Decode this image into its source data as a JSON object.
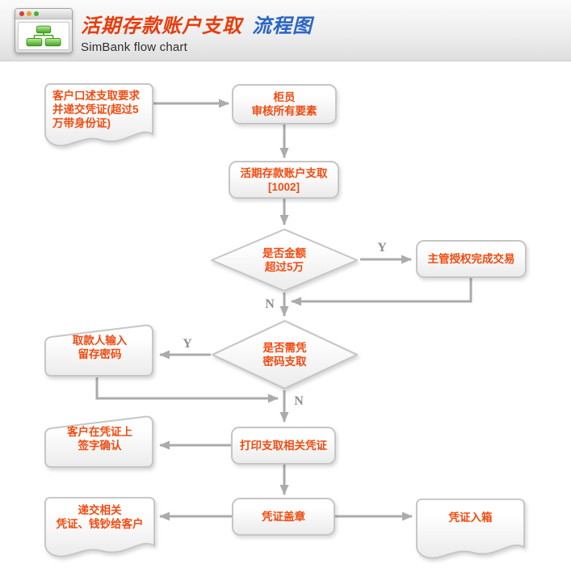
{
  "header": {
    "title_main": "活期存款账户支取",
    "title_accent": "流程图",
    "subtitle": "SimBank flow chart"
  },
  "flow": {
    "labels": {
      "yes": "Y",
      "no": "N"
    },
    "nodes": {
      "customer_request": {
        "shape": "document",
        "lines": [
          "客户口述支取要求",
          "并递交凭证(超过5",
          "万带身份证)"
        ]
      },
      "teller_review": {
        "shape": "rounded-process",
        "lines": [
          "柜员",
          "审核所有要素"
        ]
      },
      "withdraw_1002": {
        "shape": "rounded-process",
        "lines": [
          "活期存款账户支取",
          "[1002]"
        ]
      },
      "amount_check": {
        "shape": "decision",
        "lines": [
          "是否金额",
          "超过5万"
        ]
      },
      "supervisor_auth": {
        "shape": "rounded-process",
        "lines": [
          "主管授权完成交易"
        ]
      },
      "password_check": {
        "shape": "decision",
        "lines": [
          "是否需凭",
          "密码支取"
        ]
      },
      "enter_password": {
        "shape": "manual-input",
        "lines": [
          "取款人输入",
          "留存密码"
        ]
      },
      "print_voucher": {
        "shape": "rounded-process",
        "lines": [
          "打印支取相关凭证"
        ]
      },
      "customer_sign": {
        "shape": "manual-input",
        "lines": [
          "客户在凭证上",
          "签字确认"
        ]
      },
      "stamp_voucher": {
        "shape": "rounded-process",
        "lines": [
          "凭证盖章"
        ]
      },
      "deliver_to_customer": {
        "shape": "document",
        "lines": [
          "递交相关",
          "凭证、钱钞给客户"
        ]
      },
      "voucher_to_box": {
        "shape": "document",
        "lines": [
          "凭证入箱"
        ]
      }
    }
  },
  "colors": {
    "title_main": "#e83c0c",
    "title_accent": "#2a65c5",
    "subtitle": "#2e2e2e",
    "node_text": "#f14b10",
    "node_border": "#c6c6c6",
    "arrow": "#ababab",
    "branch_label": "#8f8f8f",
    "icon_green": "#3fa41e"
  }
}
